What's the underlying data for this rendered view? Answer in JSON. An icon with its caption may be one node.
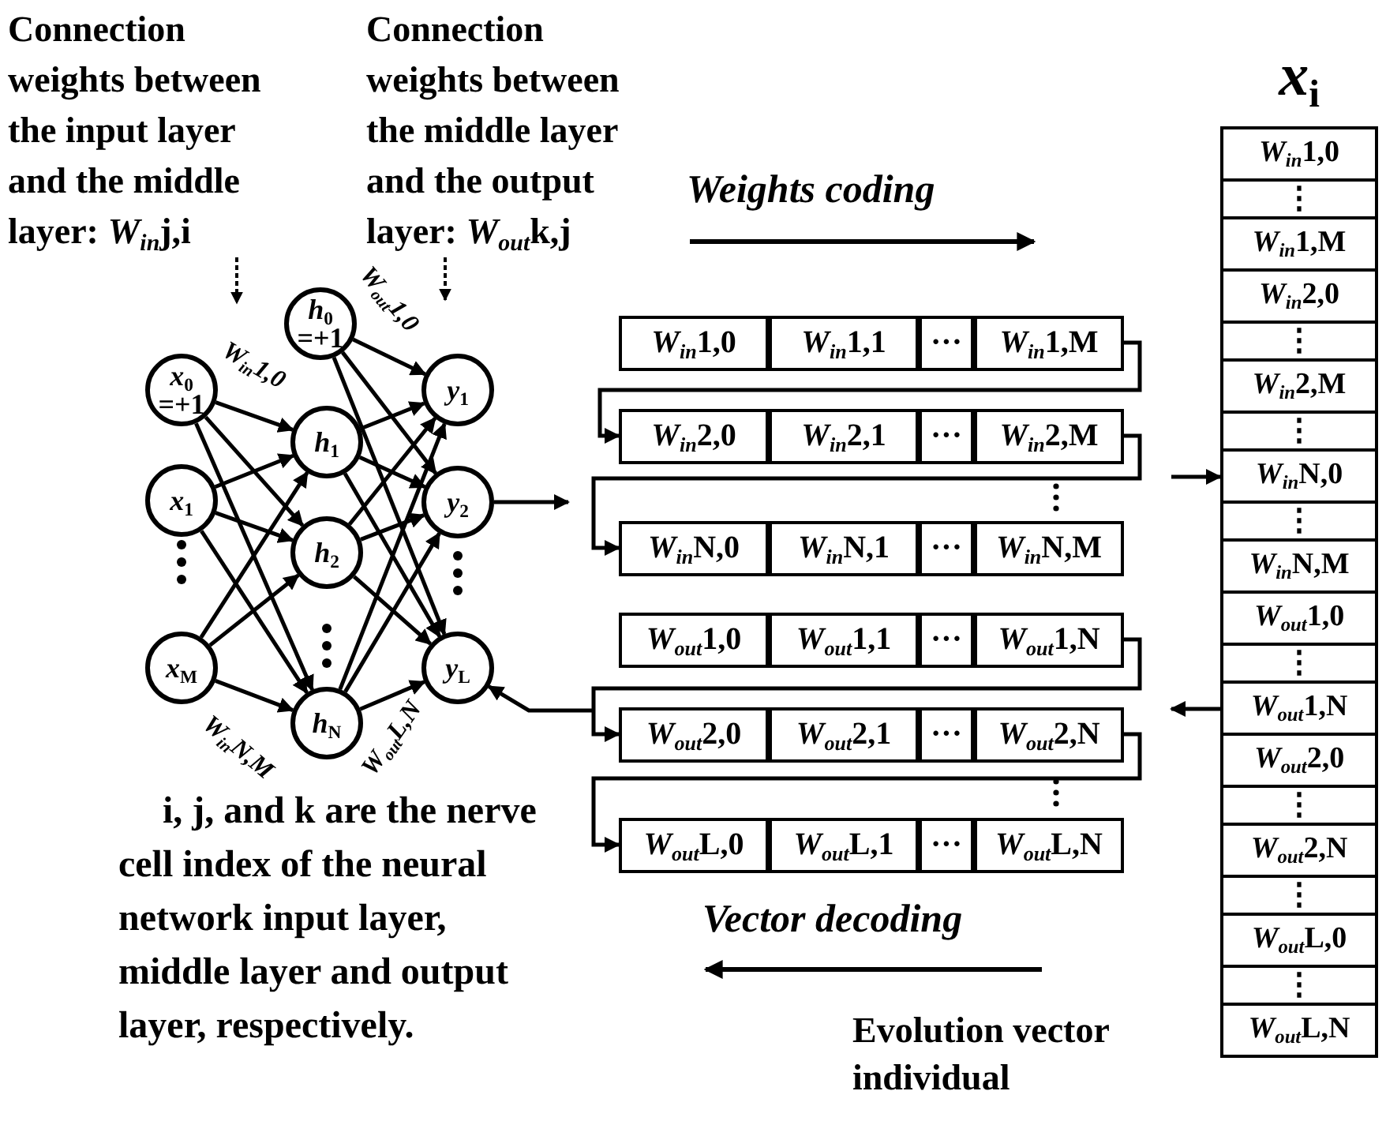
{
  "diagram": {
    "nodes": [
      {
        "text": [
          "Connection weights between the input layer and the middle layer: *W*$_{in}$j,i"
        ]
      },
      {
        "text": [
          "Connection weights between the middle layer and the output layer: *W*$_{out}$k,j"
        ]
      },
      {
        "text": [
          "*x*$_{0}$",
          "=+1"
        ]
      },
      {
        "text": [
          "*x*$_{1}$"
        ]
      },
      {
        "text": [
          "*x*$_{M}$"
        ]
      },
      {
        "text": [
          "*h*$_{0}$",
          "=+1"
        ]
      },
      {
        "text": [
          "*h*$_{1}$"
        ]
      },
      {
        "text": [
          "*h*$_{2}$"
        ]
      },
      {
        "text": [
          "*h*$_{N}$"
        ]
      },
      {
        "text": [
          "*y*$_{1}$"
        ]
      },
      {
        "text": [
          "*y*$_{2}$"
        ]
      },
      {
        "text": [
          "*y*$_{L}$"
        ]
      },
      {
        "text": [
          "*W*$_{in}$1,0"
        ]
      },
      {
        "text": [
          "*W*$_{in}$1,1"
        ]
      },
      {
        "text": [
          "···"
        ]
      },
      {
        "text": [
          "*W*$_{in}$1,M"
        ]
      },
      {
        "text": [
          "*W*$_{in}$2,0"
        ]
      },
      {
        "text": [
          "*W*$_{in}$2,1"
        ]
      },
      {
        "text": [
          "···"
        ]
      },
      {
        "text": [
          "*W*$_{in}$2,M"
        ]
      },
      {
        "text": [
          "*W*$_{in}$N,0"
        ]
      },
      {
        "text": [
          "*W*$_{in}$N,1"
        ]
      },
      {
        "text": [
          "···"
        ]
      },
      {
        "text": [
          "*W*$_{in}$N,M"
        ]
      },
      {
        "text": [
          "*W*$_{out}$1,0"
        ]
      },
      {
        "text": [
          "*W*$_{out}$1,1"
        ]
      },
      {
        "text": [
          "···"
        ]
      },
      {
        "text": [
          "*W*$_{out}$1,N"
        ]
      },
      {
        "text": [
          "*W*$_{out}$2,0"
        ]
      },
      {
        "text": [
          "*W*$_{out}$2,1"
        ]
      },
      {
        "text": [
          "···"
        ]
      },
      {
        "text": [
          "*W*$_{out}$2,N"
        ]
      },
      {
        "text": [
          "*W*$_{out}$L,0"
        ]
      },
      {
        "text": [
          "*W*$_{out}$L,1"
        ]
      },
      {
        "text": [
          "···"
        ]
      },
      {
        "text": [
          "*W*$_{out}$L,N"
        ]
      },
      {
        "text": [
          "*x*$_{i}$"
        ]
      },
      {
        "text": [
          "*W*$_{in}$1,0"
        ],
        "in": 36
      },
      {
        "text": [
          "⋮"
        ],
        "in": 36
      },
      {
        "text": [
          "*W*$_{in}$1,M"
        ],
        "in": 36
      },
      {
        "text": [
          "*W*$_{in}$2,0"
        ],
        "in": 36
      },
      {
        "text": [
          "⋮"
        ],
        "in": 36
      },
      {
        "text": [
          "*W*$_{in}$2,M"
        ],
        "in": 36
      },
      {
        "text": [
          "⋮"
        ],
        "in": 36
      },
      {
        "text": [
          "*W*$_{in}$N,0"
        ],
        "in": 36
      },
      {
        "text": [
          "⋮"
        ],
        "in": 36
      },
      {
        "text": [
          "*W*$_{in}$N,M"
        ],
        "in": 36
      },
      {
        "text": [
          "*W*$_{out}$1,0"
        ],
        "in": 36
      },
      {
        "text": [
          "⋮"
        ],
        "in": 36
      },
      {
        "text": [
          "*W*$_{out}$1,N"
        ],
        "in": 36
      },
      {
        "text": [
          "*W*$_{out}$2,0"
        ],
        "in": 36
      },
      {
        "text": [
          "⋮"
        ],
        "in": 36
      },
      {
        "text": [
          "*W*$_{out}$2,N"
        ],
        "in": 36
      },
      {
        "text": [
          "⋮"
        ],
        "in": 36
      },
      {
        "text": [
          "*W*$_{out}$L,0"
        ],
        "in": 36
      },
      {
        "text": [
          "⋮"
        ],
        "in": 36
      },
      {
        "text": [
          "*W*$_{out}$L,N"
        ],
        "in": 36
      }
    ],
    "edges": [
      {
        "from": 0,
        "to": null,
        "arrow": "to",
        "style": "dashed"
      },
      {
        "from": 1,
        "to": null,
        "arrow": "to",
        "style": "dashed"
      },
      {
        "from": 2,
        "to": 6,
        "arrow": "to",
        "label": "W$_{in}$1,0"
      },
      {
        "from": 2,
        "to": 7,
        "arrow": "to"
      },
      {
        "from": 2,
        "to": 8,
        "arrow": "to"
      },
      {
        "from": 3,
        "to": 6,
        "arrow": "to"
      },
      {
        "from": 3,
        "to": 7,
        "arrow": "to"
      },
      {
        "from": 3,
        "to": 8,
        "arrow": "to"
      },
      {
        "from": 4,
        "to": 6,
        "arrow": "to"
      },
      {
        "from": 4,
        "to": 7,
        "arrow": "to"
      },
      {
        "from": 4,
        "to": 8,
        "arrow": "to",
        "label": "W$_{in}$N,M"
      },
      {
        "from": 5,
        "to": 9,
        "arrow": "to",
        "label": "W$_{out}$1,0"
      },
      {
        "from": 5,
        "to": 10,
        "arrow": "to"
      },
      {
        "from": 5,
        "to": 11,
        "arrow": "to"
      },
      {
        "from": 6,
        "to": 9,
        "arrow": "to"
      },
      {
        "from": 6,
        "to": 10,
        "arrow": "to"
      },
      {
        "from": 6,
        "to": 11,
        "arrow": "to"
      },
      {
        "from": 7,
        "to": 9,
        "arrow": "to"
      },
      {
        "from": 7,
        "to": 10,
        "arrow": "to"
      },
      {
        "from": 7,
        "to": 11,
        "arrow": "to"
      },
      {
        "from": 8,
        "to": 9,
        "arrow": "to"
      },
      {
        "from": 8,
        "to": 10,
        "arrow": "to"
      },
      {
        "from": 8,
        "to": 11,
        "arrow": "to",
        "label": "W$_{out}$L,N"
      },
      {
        "from": 15,
        "to": 16,
        "arrow": "to"
      },
      {
        "from": 19,
        "to": 20,
        "arrow": "to"
      },
      {
        "from": 27,
        "to": 28,
        "arrow": "to"
      },
      {
        "from": 31,
        "to": 32,
        "arrow": "to"
      },
      {
        "from": 10,
        "to": null,
        "arrow": "to"
      },
      {
        "from": null,
        "to": 44,
        "arrow": "to"
      },
      {
        "from": 49,
        "to": null,
        "arrow": "to"
      },
      {
        "from": null,
        "to": 11,
        "arrow": "to"
      }
    ],
    "labels": [
      "Weights coding",
      "i, j, and k are the nerve cell index of the neural network input layer, middle layer and output layer, respectively.",
      "Vector decoding",
      "Evolution vector individual"
    ]
  }
}
